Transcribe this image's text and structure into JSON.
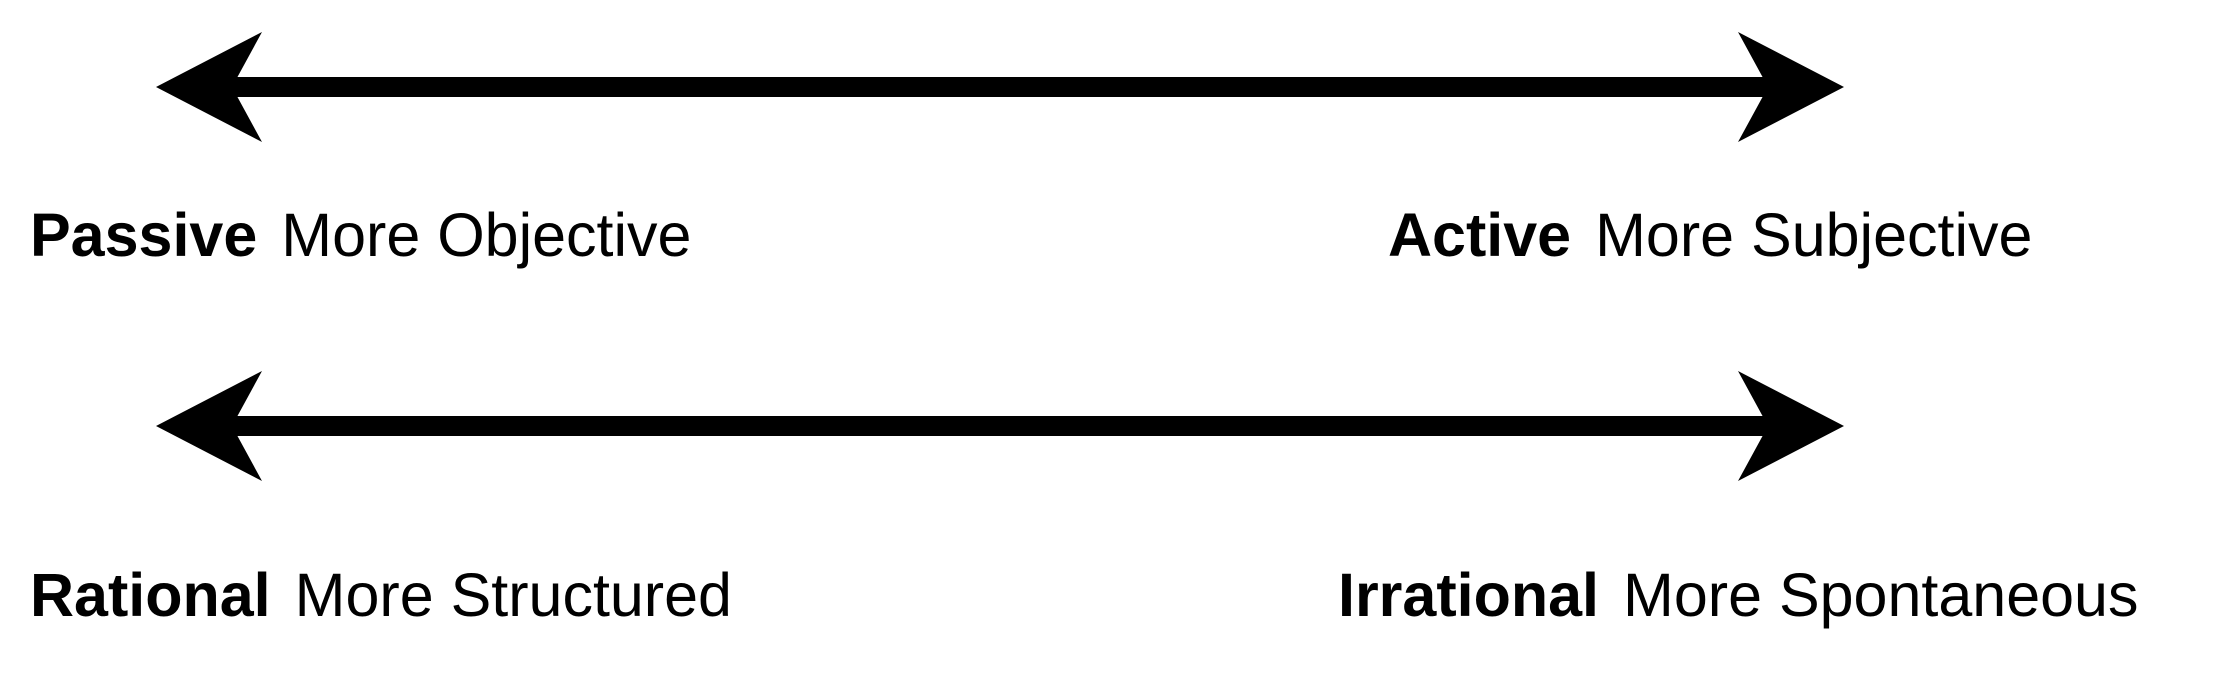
{
  "scales": [
    {
      "left": {
        "term": "Passive",
        "description": "More Objective"
      },
      "right": {
        "term": "Active",
        "description": "More Subjective"
      }
    },
    {
      "left": {
        "term": "Rational",
        "description": "More Structured"
      },
      "right": {
        "term": "Irrational",
        "description": "More Spontaneous"
      }
    }
  ],
  "colors": {
    "arrow": "#000000",
    "text": "#000000",
    "background": "#ffffff"
  }
}
